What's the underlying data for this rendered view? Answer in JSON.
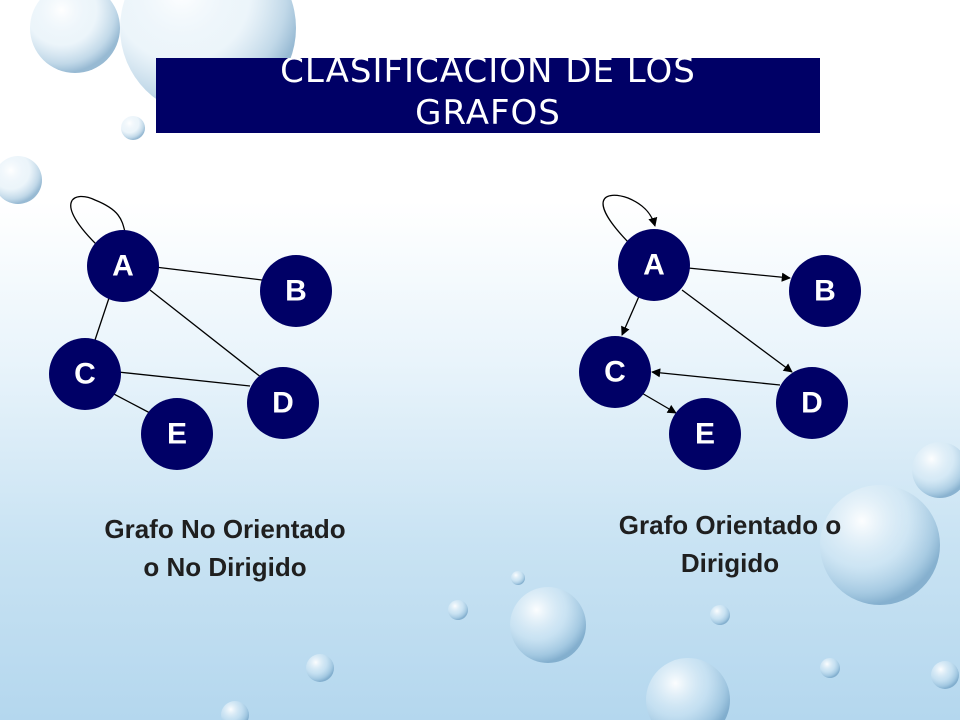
{
  "slide": {
    "title_line1": "CLASIFICACIÓN DE LOS",
    "title_line2": "GRAFOS"
  },
  "colors": {
    "title_bg": "#000066",
    "node_fill": "#000066",
    "node_text": "#ffffff",
    "edge": "#000000"
  },
  "graphs": {
    "undirected": {
      "caption_line1": "Grafo No Orientado",
      "caption_line2": "o No Dirigido",
      "nodes": [
        "A",
        "B",
        "C",
        "D",
        "E"
      ],
      "edges": [
        [
          "A",
          "A"
        ],
        [
          "A",
          "B"
        ],
        [
          "A",
          "C"
        ],
        [
          "A",
          "D"
        ],
        [
          "C",
          "D"
        ],
        [
          "C",
          "E"
        ]
      ]
    },
    "directed": {
      "caption_line1": "Grafo Orientado o",
      "caption_line2": "Dirigido",
      "nodes": [
        "A",
        "B",
        "C",
        "D",
        "E"
      ],
      "edges": [
        [
          "A",
          "A"
        ],
        [
          "A",
          "B"
        ],
        [
          "A",
          "C"
        ],
        [
          "A",
          "D"
        ],
        [
          "D",
          "C"
        ],
        [
          "C",
          "E"
        ]
      ]
    }
  }
}
